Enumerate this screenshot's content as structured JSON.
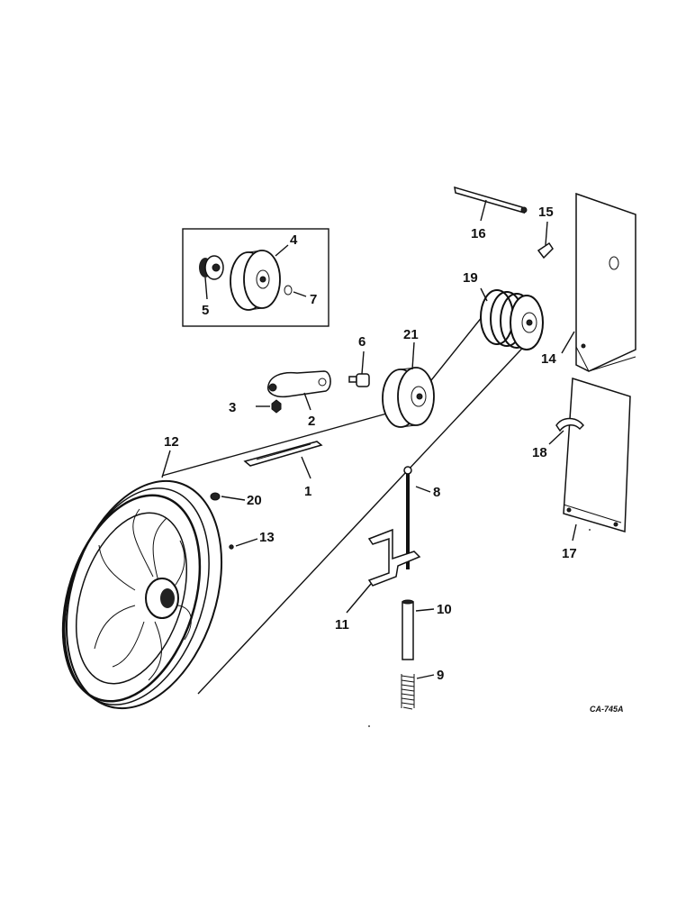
{
  "diagram": {
    "drawing_code": "CA-745A",
    "callouts": {
      "c1": "1",
      "c2": "2",
      "c3": "3",
      "c4": "4",
      "c5": "5",
      "c6": "6",
      "c7": "7",
      "c8": "8",
      "c9": "9",
      "c10": "10",
      "c11": "11",
      "c12": "12",
      "c13": "13",
      "c14": "14",
      "c15": "15",
      "c16": "16",
      "c17": "17",
      "c18": "18",
      "c19": "19",
      "c20": "20",
      "c21": "21"
    }
  }
}
